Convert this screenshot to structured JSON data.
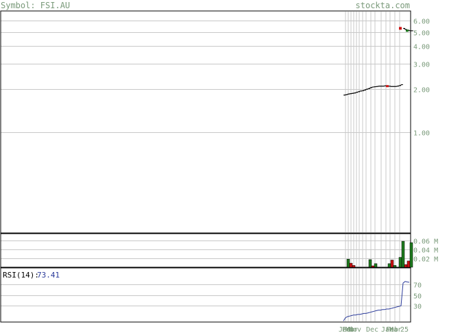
{
  "header": {
    "symbol": "Symbol: FSI.AU",
    "site": "stockta.com"
  },
  "colors": {
    "frame": "#000000",
    "grid": "#c8c8c8",
    "text": "#7a9a7a",
    "up": "#1e7a1e",
    "down": "#cc1111",
    "rsi_line": "#2a3a9a"
  },
  "chart_data": [
    {
      "type": "line",
      "panel": "price",
      "scale": "log",
      "ylim": [
        0.2,
        7.0
      ],
      "yticks": [
        1.0,
        2.0,
        3.0,
        4.0,
        5.0,
        6.0
      ],
      "ytick_labels": [
        "1.00",
        "2.00",
        "3.00",
        "4.00",
        "5.00",
        "6.00"
      ],
      "x": [
        0,
        1,
        2,
        3,
        4,
        5,
        6,
        7,
        8,
        9,
        10,
        11,
        12,
        13,
        14,
        15,
        16,
        17,
        18,
        19,
        20,
        21,
        22,
        23,
        24,
        25,
        26,
        27,
        28,
        29,
        30,
        31,
        32,
        33,
        34,
        35,
        36,
        37,
        38,
        39,
        40,
        41,
        42,
        43,
        44,
        45,
        46,
        47,
        48,
        49,
        50,
        51,
        52,
        53,
        54,
        55,
        56,
        57,
        58,
        59,
        60,
        61,
        62,
        63,
        64,
        65,
        66,
        67,
        68,
        69,
        70,
        71,
        72,
        73,
        74,
        75,
        76,
        77,
        78,
        79,
        80,
        81,
        82,
        83,
        84,
        85,
        86,
        87,
        88,
        89,
        90,
        91,
        92,
        93,
        94,
        95,
        96,
        97,
        98
      ],
      "series": [
        {
          "close": [
            1.82,
            1.83,
            1.85,
            1.86,
            1.87,
            1.88,
            1.9,
            1.92,
            1.94,
            1.95,
            1.97,
            2.0,
            2.02,
            2.05,
            2.07,
            2.08,
            2.09,
            2.1,
            2.1,
            2.1,
            2.11,
            2.1,
            2.1,
            2.09,
            2.09,
            2.09,
            2.1,
            2.12,
            2.15,
            5.3,
            5.2,
            5.15,
            5.1,
            5.1
          ]
        }
      ]
    },
    {
      "type": "bar",
      "panel": "volume",
      "ylim": [
        0,
        0.075
      ],
      "yticks": [
        0.02,
        0.04,
        0.06
      ],
      "ytick_labels": [
        "0.02 M",
        "0.04 M",
        "0.06 M"
      ],
      "series": [
        {
          "values": [
            0.018,
            0.009,
            0.004,
            0.0,
            0.0,
            0.0,
            0.0,
            0.0,
            0.017,
            0.003,
            0.008,
            0.0,
            0.0,
            0.0,
            0.0,
            0.008,
            0.016,
            0.004,
            0.0,
            0.022,
            0.058,
            0.006,
            0.014,
            0.055
          ],
          "direction": [
            "up",
            "down",
            "down",
            "up",
            "up",
            "up",
            "up",
            "up",
            "up",
            "down",
            "up",
            "up",
            "up",
            "up",
            "up",
            "up",
            "down",
            "up",
            "up",
            "up",
            "up",
            "down",
            "down",
            "up"
          ]
        }
      ]
    },
    {
      "type": "line",
      "panel": "rsi",
      "title": "RSI(14):",
      "value_label": "73.41",
      "ylim": [
        0,
        100
      ],
      "yticks": [
        30,
        50,
        70
      ],
      "ytick_labels": [
        "30",
        "50",
        "70"
      ],
      "series": [
        {
          "values": [
            2,
            8,
            10,
            11,
            12,
            13,
            13,
            14,
            14,
            15,
            16,
            16,
            17,
            18,
            19,
            20,
            21,
            22,
            22,
            23,
            23,
            24,
            24,
            25,
            26,
            27,
            28,
            29,
            30,
            72,
            75,
            74,
            73.41
          ]
        }
      ],
      "x_tick_labels": [
        "Jan",
        "Feb",
        "Mar",
        "Nov",
        "Dec",
        "Jan",
        "Feb",
        "Mar",
        "25"
      ]
    }
  ]
}
